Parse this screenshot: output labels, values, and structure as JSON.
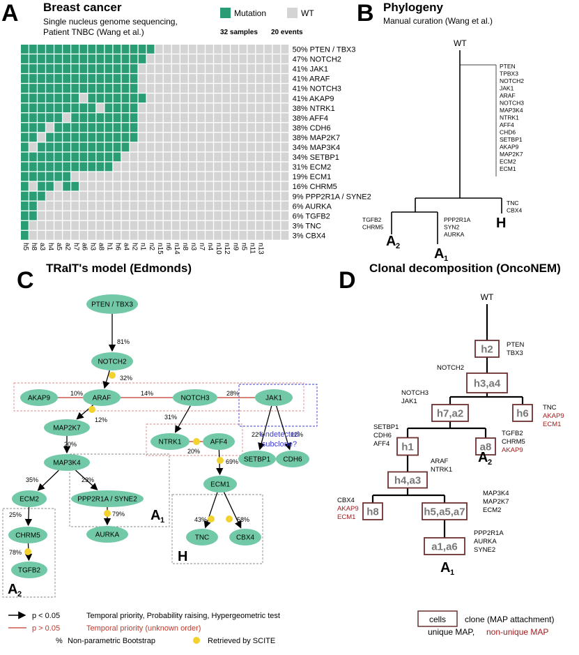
{
  "colors": {
    "mutation": "#2a9d75",
    "wt": "#d4d4d4",
    "node": "#72c9a7",
    "significant_edge": "#000000",
    "nonsignificant_edge": "#c0392b",
    "scite_dot": "#f2d22e",
    "subclone_box": "#3a3acf",
    "clone_border": "#6b3030",
    "non_unique": "#a01c1c"
  },
  "panelA": {
    "letter": "A",
    "title": "Breast cancer",
    "subtitle1": "Single nucleus genome sequencing,",
    "subtitle2": "Patient TNBC (Wang et al.)",
    "legend_mutation": "Mutation",
    "legend_wt": "WT",
    "samples_count": "32 samples",
    "events_count": "20 events",
    "samples": [
      "h5",
      "h8",
      "a3",
      "h4",
      "a5",
      "a2",
      "h7",
      "a6",
      "h3",
      "a8",
      "h1",
      "h6",
      "a4",
      "h2",
      "n1",
      "n2",
      "n15",
      "n6",
      "n14",
      "n8",
      "n3",
      "n7",
      "n4",
      "n10",
      "n12",
      "n9",
      "n5",
      "n11",
      "n13"
    ],
    "extra_samples": 3,
    "rows": [
      {
        "label": "50% PTEN / TBX3",
        "mut": [
          0,
          1,
          2,
          3,
          4,
          5,
          6,
          7,
          8,
          9,
          10,
          11,
          12,
          13,
          14,
          15
        ]
      },
      {
        "label": "47% NOTCH2",
        "mut": [
          0,
          1,
          2,
          3,
          4,
          5,
          6,
          7,
          8,
          9,
          10,
          11,
          12,
          13,
          14
        ]
      },
      {
        "label": "41% JAK1",
        "mut": [
          0,
          1,
          2,
          3,
          4,
          5,
          6,
          7,
          8,
          9,
          10,
          11,
          12,
          13
        ]
      },
      {
        "label": "41% ARAF",
        "mut": [
          0,
          1,
          2,
          3,
          4,
          5,
          6,
          7,
          8,
          9,
          10,
          11,
          12,
          13
        ]
      },
      {
        "label": "41% NOTCH3",
        "mut": [
          0,
          1,
          2,
          3,
          4,
          5,
          6,
          7,
          8,
          9,
          10,
          11,
          12,
          13
        ]
      },
      {
        "label": "41% AKAP9",
        "mut": [
          0,
          1,
          2,
          3,
          4,
          5,
          6,
          8,
          9,
          10,
          11,
          12,
          13,
          14
        ]
      },
      {
        "label": "38% NTRK1",
        "mut": [
          0,
          1,
          2,
          3,
          4,
          5,
          6,
          7,
          8,
          10,
          11,
          12,
          13
        ]
      },
      {
        "label": "38% AFF4",
        "mut": [
          0,
          1,
          2,
          3,
          4,
          6,
          7,
          8,
          9,
          10,
          11,
          12,
          13
        ]
      },
      {
        "label": "38% CDH6",
        "mut": [
          0,
          1,
          2,
          4,
          5,
          6,
          7,
          8,
          9,
          10,
          11,
          12,
          13
        ]
      },
      {
        "label": "38% MAP2K7",
        "mut": [
          0,
          1,
          3,
          4,
          5,
          6,
          7,
          8,
          9,
          10,
          11,
          12,
          13
        ]
      },
      {
        "label": "34% MAP3K4",
        "mut": [
          0,
          2,
          3,
          4,
          5,
          6,
          7,
          8,
          9,
          10,
          11,
          12
        ]
      },
      {
        "label": "34% SETBP1",
        "mut": [
          0,
          1,
          2,
          3,
          4,
          5,
          6,
          7,
          8,
          9,
          10,
          11
        ]
      },
      {
        "label": "31% ECM2",
        "mut": [
          0,
          1,
          2,
          3,
          4,
          5,
          6,
          7,
          8,
          9,
          10
        ]
      },
      {
        "label": "19% ECM1",
        "mut": [
          0,
          1,
          2,
          3,
          4,
          5
        ]
      },
      {
        "label": "16% CHRM5",
        "mut": [
          0,
          2,
          3,
          5,
          6
        ]
      },
      {
        "label": "9% PPP2R1A / SYNE2",
        "mut": [
          0,
          1,
          2
        ]
      },
      {
        "label": "6% AURKA",
        "mut": [
          0,
          1
        ]
      },
      {
        "label": "6% TGFB2",
        "mut": [
          0,
          1
        ]
      },
      {
        "label": "3% TNC",
        "mut": [
          0
        ]
      },
      {
        "label": "3% CBX4",
        "mut": [
          0
        ]
      }
    ]
  },
  "panelB": {
    "letter": "B",
    "title": "Phylogeny",
    "subtitle": "Manual curation (Wang et al.)",
    "root": "WT",
    "trunk_genes": [
      "PTEN",
      "TPBX3",
      "NOTCH2",
      "JAK1",
      "ARAF",
      "NOTCH3",
      "MAP3K4",
      "NTRK1",
      "AFF4",
      "CHD6",
      "SETBP1",
      "AKAP9",
      "MAP2K7",
      "ECM2",
      "ECM1"
    ],
    "h_genes": [
      "TNC",
      "CBX4"
    ],
    "a2_genes": [
      "TGFB2",
      "CHRM5"
    ],
    "a1_genes": [
      "PPP2R1A",
      "SYN2",
      "AURKA"
    ],
    "label_h": "H",
    "label_a2": "A",
    "label_a2_sub": "2",
    "label_a1": "A",
    "label_a1_sub": "1"
  },
  "panelC": {
    "letter": "C",
    "title": "TRaIT's model (Edmonds)",
    "nodes": {
      "pten": "PTEN / TBX3",
      "notch2": "NOTCH2",
      "akap9": "AKAP9",
      "araf": "ARAF",
      "notch3": "NOTCH3",
      "jak1": "JAK1",
      "map2k7": "MAP2K7",
      "ntrk1": "NTRK1",
      "aff4": "AFF4",
      "setbp1": "SETBP1",
      "cdh6": "CDH6",
      "map3k4": "MAP3K4",
      "ecm2": "ECM2",
      "ppp2r1a": "PPP2R1A / SYNE2",
      "ecm1": "ECM1",
      "chrm5": "CHRM5",
      "aurka": "AURKA",
      "tnc": "TNC",
      "cbx4": "CBX4",
      "tgfb2": "TGFB2"
    },
    "edge_labels": {
      "pten_notch2": "81%",
      "notch2_araf": "32%",
      "akap9_araf": "10%",
      "araf_notch3": "14%",
      "notch3_jak1": "28%",
      "araf_map2k7": "12%",
      "notch3_ntrk1": "31%",
      "jak1_setbp1": "22%",
      "jak1_cdh6": "12%",
      "ntrk1_aff4": "20%",
      "map2k7_map3k4": "20%",
      "aff4_ecm1": "69%",
      "map3k4_ecm2": "35%",
      "map3k4_ppp2r1a": "23%",
      "ecm2_chrm5": "25%",
      "ppp2r1a_aurka": "79%",
      "ecm1_tnc": "43%",
      "ecm1_cbx4": "58%",
      "chrm5_tgfb2": "78%"
    },
    "undetected1": "Undetected",
    "undetected2": "subclone?",
    "label_a1": "A",
    "label_a1_sub": "1",
    "label_a2": "A",
    "label_a2_sub": "2",
    "label_h": "H",
    "legend": {
      "black_p": "p < 0.05",
      "black_desc": "Temporal priority, Probability raising, Hypergeometric test",
      "red_p": "p > 0.05",
      "red_desc": "Temporal priority (unknown order)",
      "pct": "%",
      "pct_desc": "Non-parametric Bootstrap",
      "dot_desc": "Retrieved by SCITE"
    }
  },
  "panelD": {
    "letter": "D",
    "title": "Clonal decomposition (OncoNEM)",
    "root": "WT",
    "clones": {
      "h2": "h2",
      "h3a4": "h3,a4",
      "h7a2": "h7,a2",
      "h6": "h6",
      "h1": "h1",
      "a8": "a8",
      "h4a3": "h4,a3",
      "h8": "h8",
      "h5a5a7": "h5,a5,a7",
      "a1a6": "a1,a6"
    },
    "genes": {
      "h2": [
        "PTEN",
        "TBX3"
      ],
      "h3a4": [
        "NOTCH2"
      ],
      "h7a2": [
        "NOTCH3",
        "JAK1"
      ],
      "h6_unique": [
        "TNC"
      ],
      "h6_nonunique": [
        "AKAP9",
        "ECM1"
      ],
      "h1": [
        "SETBP1",
        "CDH6",
        "AFF4"
      ],
      "a8_unique": [
        "TGFB2",
        "CHRM5"
      ],
      "a8_nonunique": [
        "AKAP9"
      ],
      "h4a3": [
        "ARAF",
        "NTRK1"
      ],
      "h8_unique": [
        "CBX4"
      ],
      "h8_nonunique": [
        "AKAP9",
        "ECM1"
      ],
      "h5a5a7": [
        "MAP3K4",
        "MAP2K7",
        "ECM2"
      ],
      "a1a6": [
        "PPP2R1A",
        "AURKA",
        "SYNE2"
      ]
    },
    "label_a2": "A",
    "label_a2_sub": "2",
    "label_a1": "A",
    "label_a1_sub": "1",
    "legend": {
      "cells": "cells",
      "clone_desc": "clone (MAP attachment)",
      "unique": "unique MAP,",
      "non_unique": "non-unique MAP"
    }
  }
}
